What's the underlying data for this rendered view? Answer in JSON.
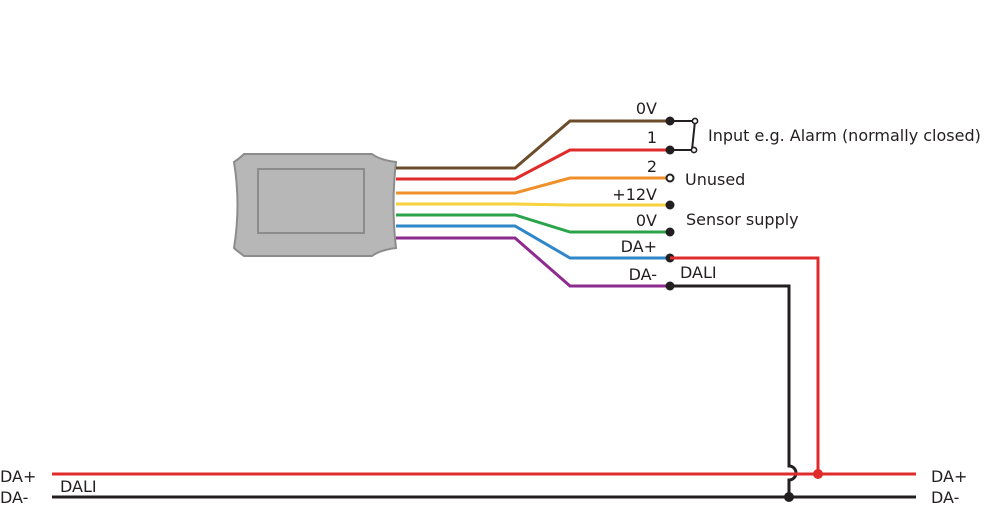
{
  "diagram": {
    "type": "wiring-diagram",
    "device": {
      "name": "sensor-module"
    },
    "wires": [
      {
        "id": "brown",
        "color": "#6b4c2b",
        "terminal_label": "0V",
        "terminal": "closed"
      },
      {
        "id": "red",
        "color": "#e02b2b",
        "terminal_label": "1",
        "terminal": "closed"
      },
      {
        "id": "orange",
        "color": "#f0902a",
        "terminal_label": "2",
        "terminal": "open"
      },
      {
        "id": "yellow",
        "color": "#f7d23c",
        "terminal_label": "+12V",
        "terminal": "closed"
      },
      {
        "id": "green",
        "color": "#2aa34a",
        "terminal_label": "0V",
        "terminal": "closed"
      },
      {
        "id": "blue",
        "color": "#2f86c8",
        "terminal_label": "DA+",
        "terminal": "closed"
      },
      {
        "id": "purple",
        "color": "#8e2b8f",
        "terminal_label": "DA-",
        "terminal": "closed"
      }
    ],
    "annotations": {
      "input": "Input e.g. Alarm (normally closed)",
      "unused": "Unused",
      "sensor_supply": "Sensor supply",
      "dali_module": "DALI"
    },
    "bus": {
      "label": "DALI",
      "left_plus": "DA+",
      "left_minus": "DA-",
      "right_plus": "DA+",
      "right_minus": "DA-",
      "plus_color": "#e02b2b",
      "minus_color": "#231f20"
    }
  }
}
